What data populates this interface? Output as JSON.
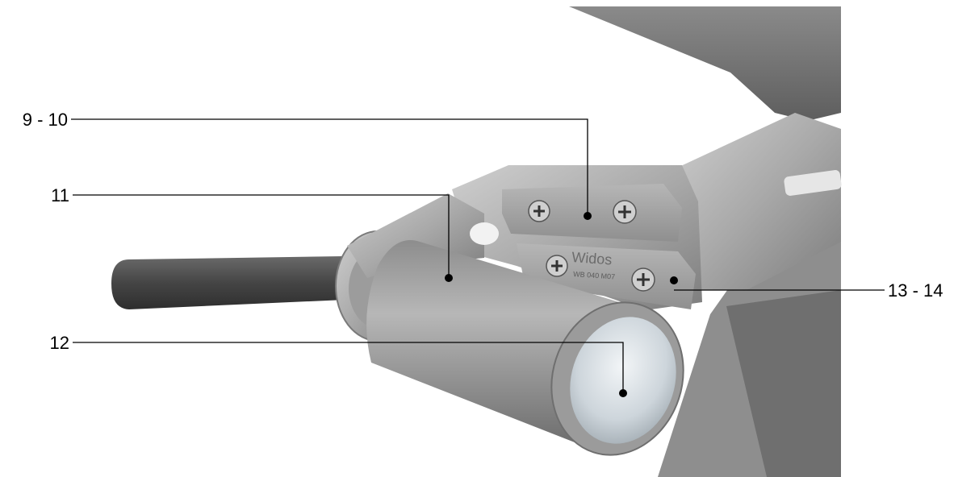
{
  "callouts": [
    {
      "id": "c1",
      "label": "9 - 10"
    },
    {
      "id": "c2",
      "label": "11"
    },
    {
      "id": "c3",
      "label": "12"
    },
    {
      "id": "c4",
      "label": "13 - 14"
    }
  ],
  "engraving": {
    "brand": "Widos",
    "code": "WB 040 M07"
  },
  "colors": {
    "background": "#ffffff",
    "leader": "#000000",
    "metal": "#a9a9a9",
    "grip": "#454545"
  }
}
